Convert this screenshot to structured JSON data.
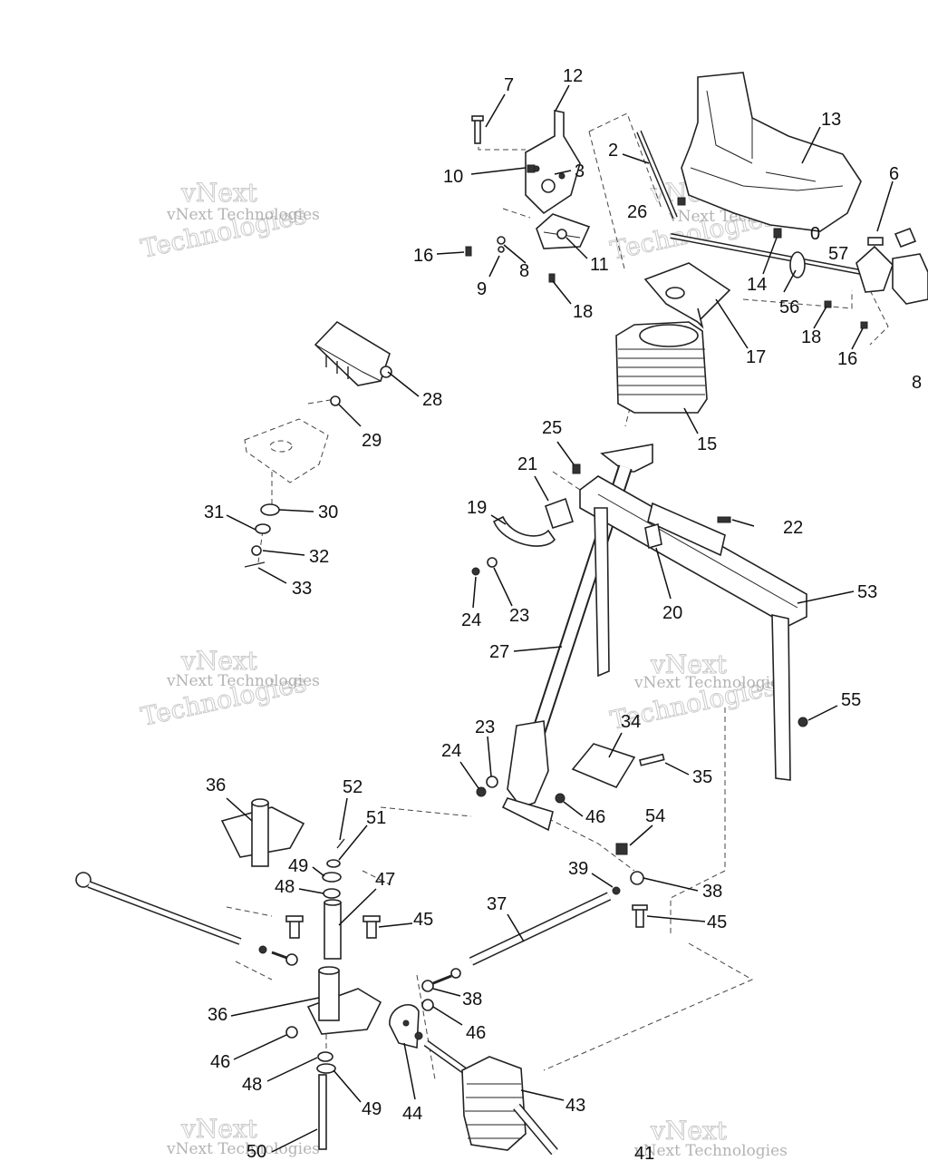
{
  "watermark": {
    "line1": "vNext",
    "line2": "Technologies",
    "full": "vNext Technologies"
  },
  "callouts": {
    "n2": "2",
    "n3": "3",
    "n6": "6",
    "n7": "7",
    "n8": "8",
    "n8b": "8",
    "n9": "9",
    "n10": "10",
    "n11": "11",
    "n12": "12",
    "n13": "13",
    "n14": "14",
    "n15": "15",
    "n16a": "16",
    "n16b": "16",
    "n17": "17",
    "n18a": "18",
    "n18b": "18",
    "n19": "19",
    "n20": "20",
    "n21": "21",
    "n22": "22",
    "n23a": "23",
    "n23b": "23",
    "n24a": "24",
    "n24b": "24",
    "n25": "25",
    "n26": "26",
    "n27": "27",
    "n28": "28",
    "n29": "29",
    "n30": "30",
    "n31": "31",
    "n32": "32",
    "n33": "33",
    "n34": "34",
    "n35": "35",
    "n36a": "36",
    "n36b": "36",
    "n37": "37",
    "n38a": "38",
    "n38b": "38",
    "n39": "39",
    "n41": "41",
    "n43": "43",
    "n44": "44",
    "n45a": "45",
    "n45b": "45",
    "n46a": "46",
    "n46b": "46",
    "n46c": "46",
    "n47": "47",
    "n48a": "48",
    "n48b": "48",
    "n49a": "49",
    "n49b": "49",
    "n50": "50",
    "n51": "51",
    "n52": "52",
    "n53": "53",
    "n54": "54",
    "n55": "55",
    "n56": "56",
    "n57": "57",
    "n0": "0"
  }
}
